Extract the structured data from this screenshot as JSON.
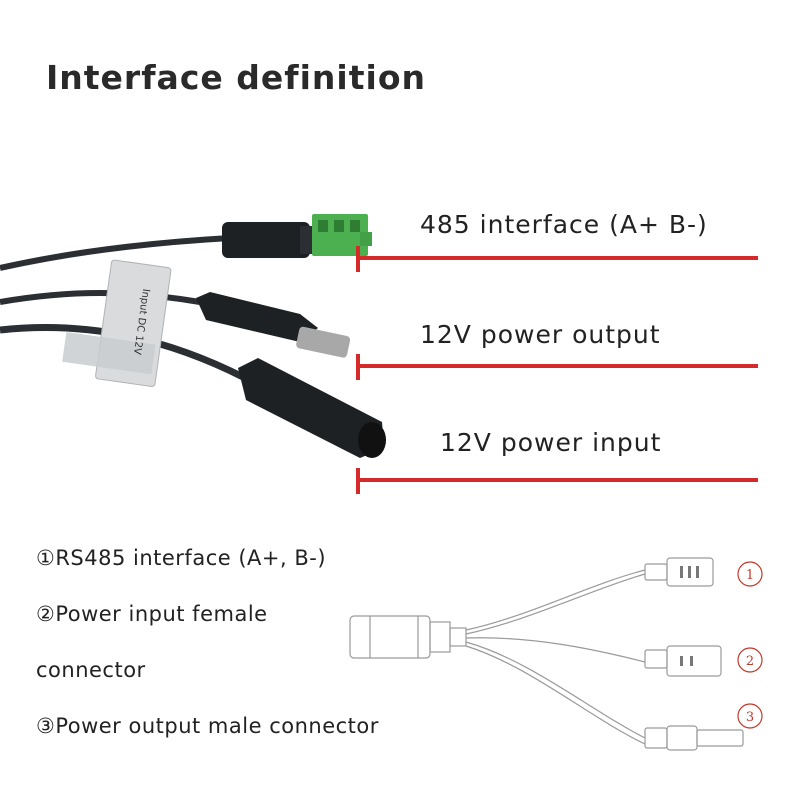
{
  "title": "Interface definition",
  "callouts": [
    {
      "label": "485 interface (A+ B-)"
    },
    {
      "label": "12V power output"
    },
    {
      "label": "12V power input"
    }
  ],
  "tag_text": "Input DC 12V",
  "legend": [
    {
      "text": "①RS485 interface (A+, B-)"
    },
    {
      "text": "②Power input female"
    },
    {
      "text": "connector"
    },
    {
      "text": "③Power output male connector"
    }
  ],
  "schematic_markers": [
    "1",
    "2",
    "3"
  ],
  "colors": {
    "callout_line": "#d42a2a",
    "cable": "#2b2f33",
    "terminal": "#4caf50",
    "marker": "#c0392b"
  }
}
